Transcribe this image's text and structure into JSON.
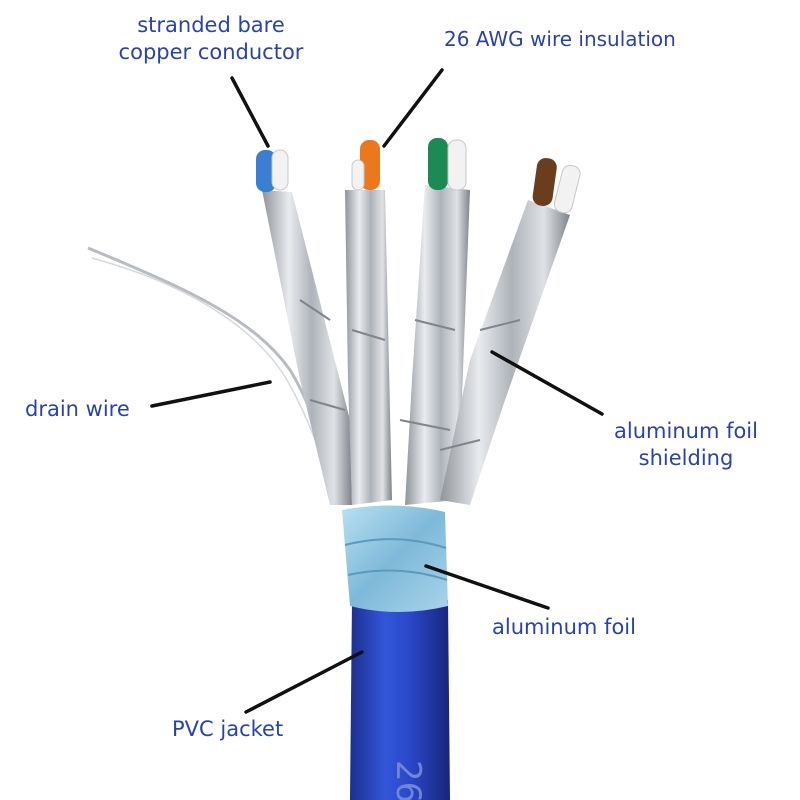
{
  "labels": {
    "conductor": "stranded bare\ncopper conductor",
    "insulation": "26 AWG wire insulation",
    "drain_wire": "drain wire",
    "foil_shielding": "aluminum foil\nshielding",
    "aluminum_foil": "aluminum foil",
    "pvc_jacket": "PVC jacket"
  },
  "jacket_print": "26",
  "colors": {
    "label_text": "#2a43a6",
    "leader_line": "#111111",
    "jacket": "#2a47c9",
    "overall_foil": "#8fc6e2",
    "pair_foil": "#c9cdd2",
    "drain_wire": "#c4c7cb",
    "wire_blue": "#3a7fd0",
    "wire_orange": "#e9781f",
    "wire_green": "#1c8a55",
    "wire_brown": "#6b3d1f",
    "wire_white": "#f2f2f2"
  }
}
